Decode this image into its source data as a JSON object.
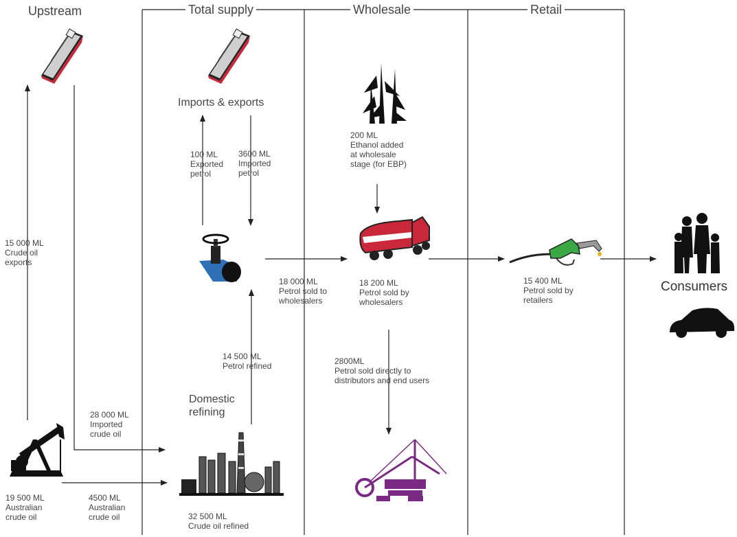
{
  "stages": {
    "upstream": "Upstream",
    "total_supply": "Total supply",
    "wholesale": "Wholesale",
    "retail": "Retail"
  },
  "nodes": {
    "imports_exports": "Imports & exports",
    "domestic_refining": "Domestic\nrefining",
    "consumers": "Consumers"
  },
  "flows": {
    "crude_exports": "15 000 ML\nCrude oil\nexports",
    "exported_petrol": "100 ML\nExported\npetrol",
    "imported_petrol": "3600 ML\nImported\npetrol",
    "ethanol": "200 ML\nEthanol added\nat wholesale\nstage (for EBP)",
    "sold_to_wholesalers": "18 000 ML\nPetrol sold to\nwholesalers",
    "sold_by_wholesalers": "18 200 ML\nPetrol sold by\nwholesalers",
    "sold_by_retailers": "15 400 ML\nPetrol sold by\nretailers",
    "petrol_refined": "14 500 ML\nPetrol refined",
    "sold_directly": "2800ML\nPetrol sold directly to\ndistributors and end users",
    "imported_crude": "28 000 ML\nImported\ncrude oil",
    "australian_crude": "19 500 ML\nAustralian\ncrude oil",
    "australian_crude_refined": "4500 ML\nAustralian\ncrude oil",
    "crude_refined": "32 500 ML\nCrude oil refined"
  },
  "colors": {
    "line": "#222222",
    "ship_hull": "#c8283a",
    "pump_handle": "#3aa845",
    "mining": "#7a2a82",
    "pipe": "#2e6fb5"
  }
}
